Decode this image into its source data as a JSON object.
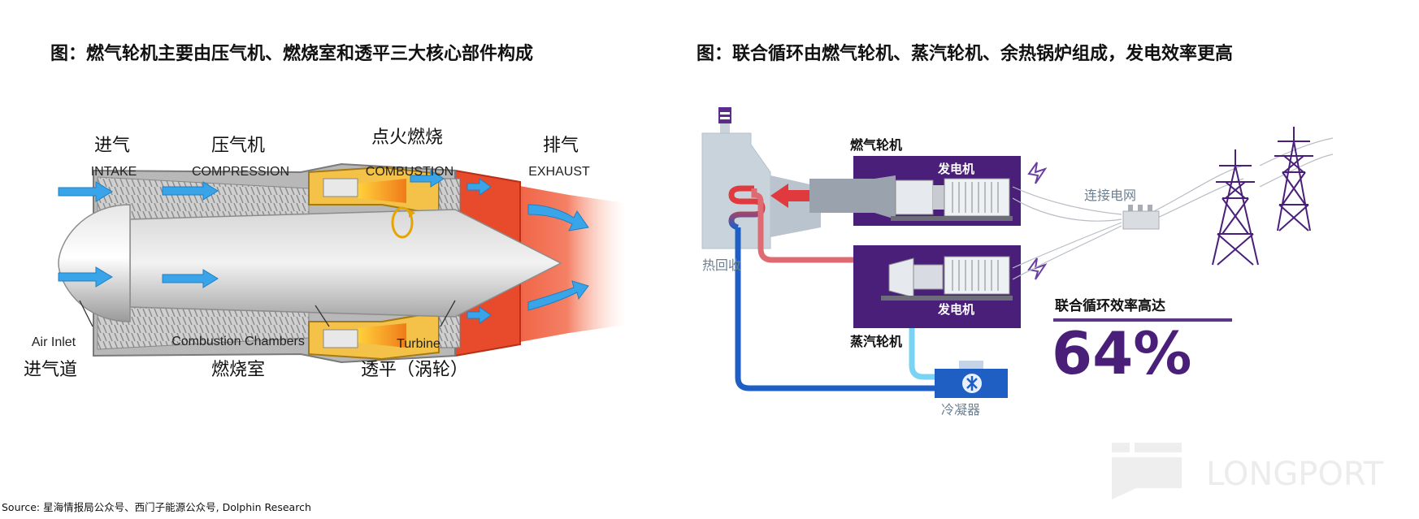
{
  "left_panel": {
    "title": "图：燃气轮机主要由压气机、燃烧室和透平三大核心部件构成",
    "stages": [
      {
        "cn": "进气",
        "en": "INTAKE"
      },
      {
        "cn": "压气机",
        "en": "COMPRESSION"
      },
      {
        "cn": "点火燃烧",
        "en": "COMBUSTION"
      },
      {
        "cn": "排气",
        "en": "EXHAUST"
      }
    ],
    "parts": [
      {
        "en": "Air Inlet",
        "cn": "进气道"
      },
      {
        "en": "Combustion Chambers",
        "cn": "燃烧室"
      },
      {
        "en": "Turbine",
        "cn": "透平（涡轮）"
      }
    ]
  },
  "right_panel": {
    "title": "图：联合循环由燃气轮机、蒸汽轮机、余热锅炉组成，发电效率更高",
    "gas_turbine_label": "燃气轮机",
    "steam_turbine_label": "蒸汽轮机",
    "generator_label_top": "发电机",
    "generator_label_bottom": "发电机",
    "heat_recovery_label": "热回收",
    "grid_label": "连接电网",
    "condenser_label": "冷凝器",
    "efficiency_caption": "联合循环效率高达",
    "efficiency_value": "64%"
  },
  "source": "Source: 星海情报局公众号、西门子能源公众号, Dolphin Research",
  "watermark": "LONGPORT",
  "colors": {
    "purple": "#4a1f7a",
    "hot_red": "#e0393e",
    "cold_blue": "#1f5fc4",
    "light_blue": "#7ad3f5",
    "flame_orange": "#f07a1a",
    "exhaust_red": "#ee4a2a",
    "boiler_gray": "#c9d3dc"
  }
}
